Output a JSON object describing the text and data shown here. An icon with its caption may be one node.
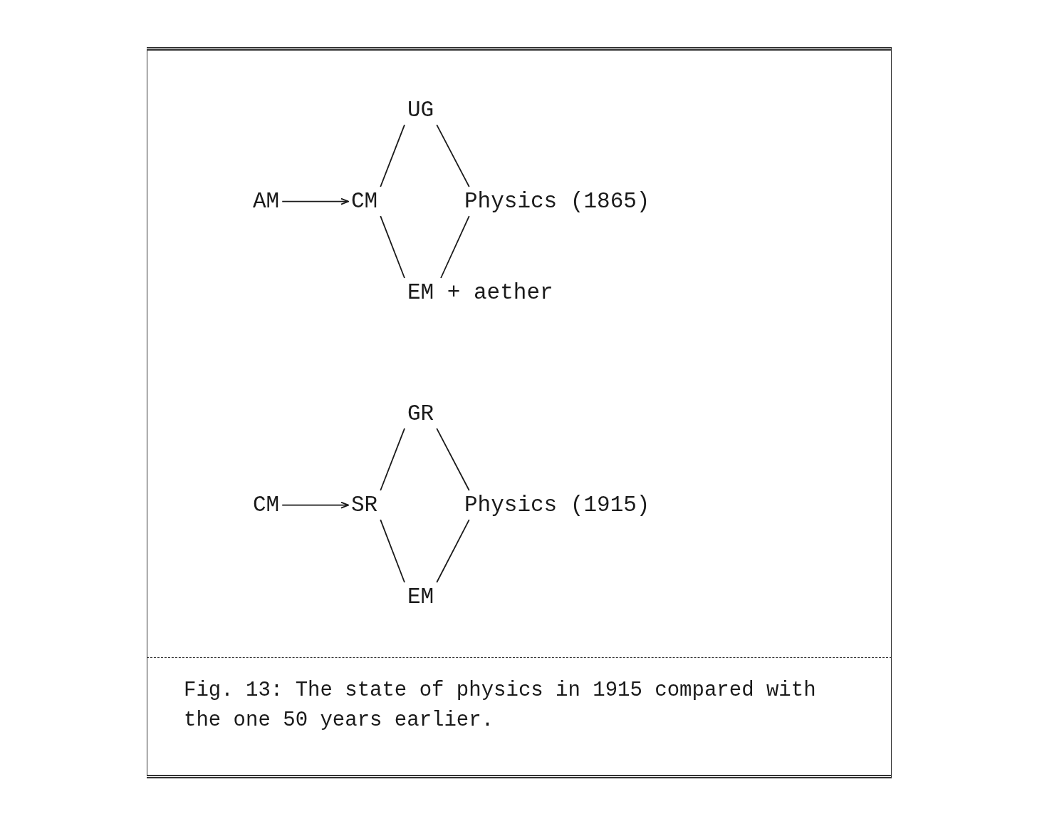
{
  "diagram": {
    "caption": "Fig. 13: The state of physics in 1915 compared with the one 50 years earlier.",
    "nodes": [
      {
        "text": [
          "UG"
        ]
      },
      {
        "text": [
          "AM"
        ]
      },
      {
        "text": [
          "CM"
        ]
      },
      {
        "text": [
          "Physics (1865)"
        ]
      },
      {
        "text": [
          "EM + aether"
        ]
      },
      {
        "text": [
          "GR"
        ]
      },
      {
        "text": [
          "CM"
        ]
      },
      {
        "text": [
          "SR"
        ]
      },
      {
        "text": [
          "Physics (1915)"
        ]
      },
      {
        "text": [
          "EM"
        ]
      }
    ],
    "edges": [
      {
        "from": 1,
        "to": 2,
        "arrow": "to"
      },
      {
        "from": 2,
        "to": 0,
        "arrow": "none"
      },
      {
        "from": 0,
        "to": 3,
        "arrow": "none"
      },
      {
        "from": 2,
        "to": 4,
        "arrow": "none"
      },
      {
        "from": 4,
        "to": 3,
        "arrow": "none"
      },
      {
        "from": 6,
        "to": 7,
        "arrow": "to"
      },
      {
        "from": 7,
        "to": 5,
        "arrow": "none"
      },
      {
        "from": 5,
        "to": 8,
        "arrow": "none"
      },
      {
        "from": 7,
        "to": 9,
        "arrow": "none"
      },
      {
        "from": 9,
        "to": 8,
        "arrow": "none"
      }
    ]
  }
}
